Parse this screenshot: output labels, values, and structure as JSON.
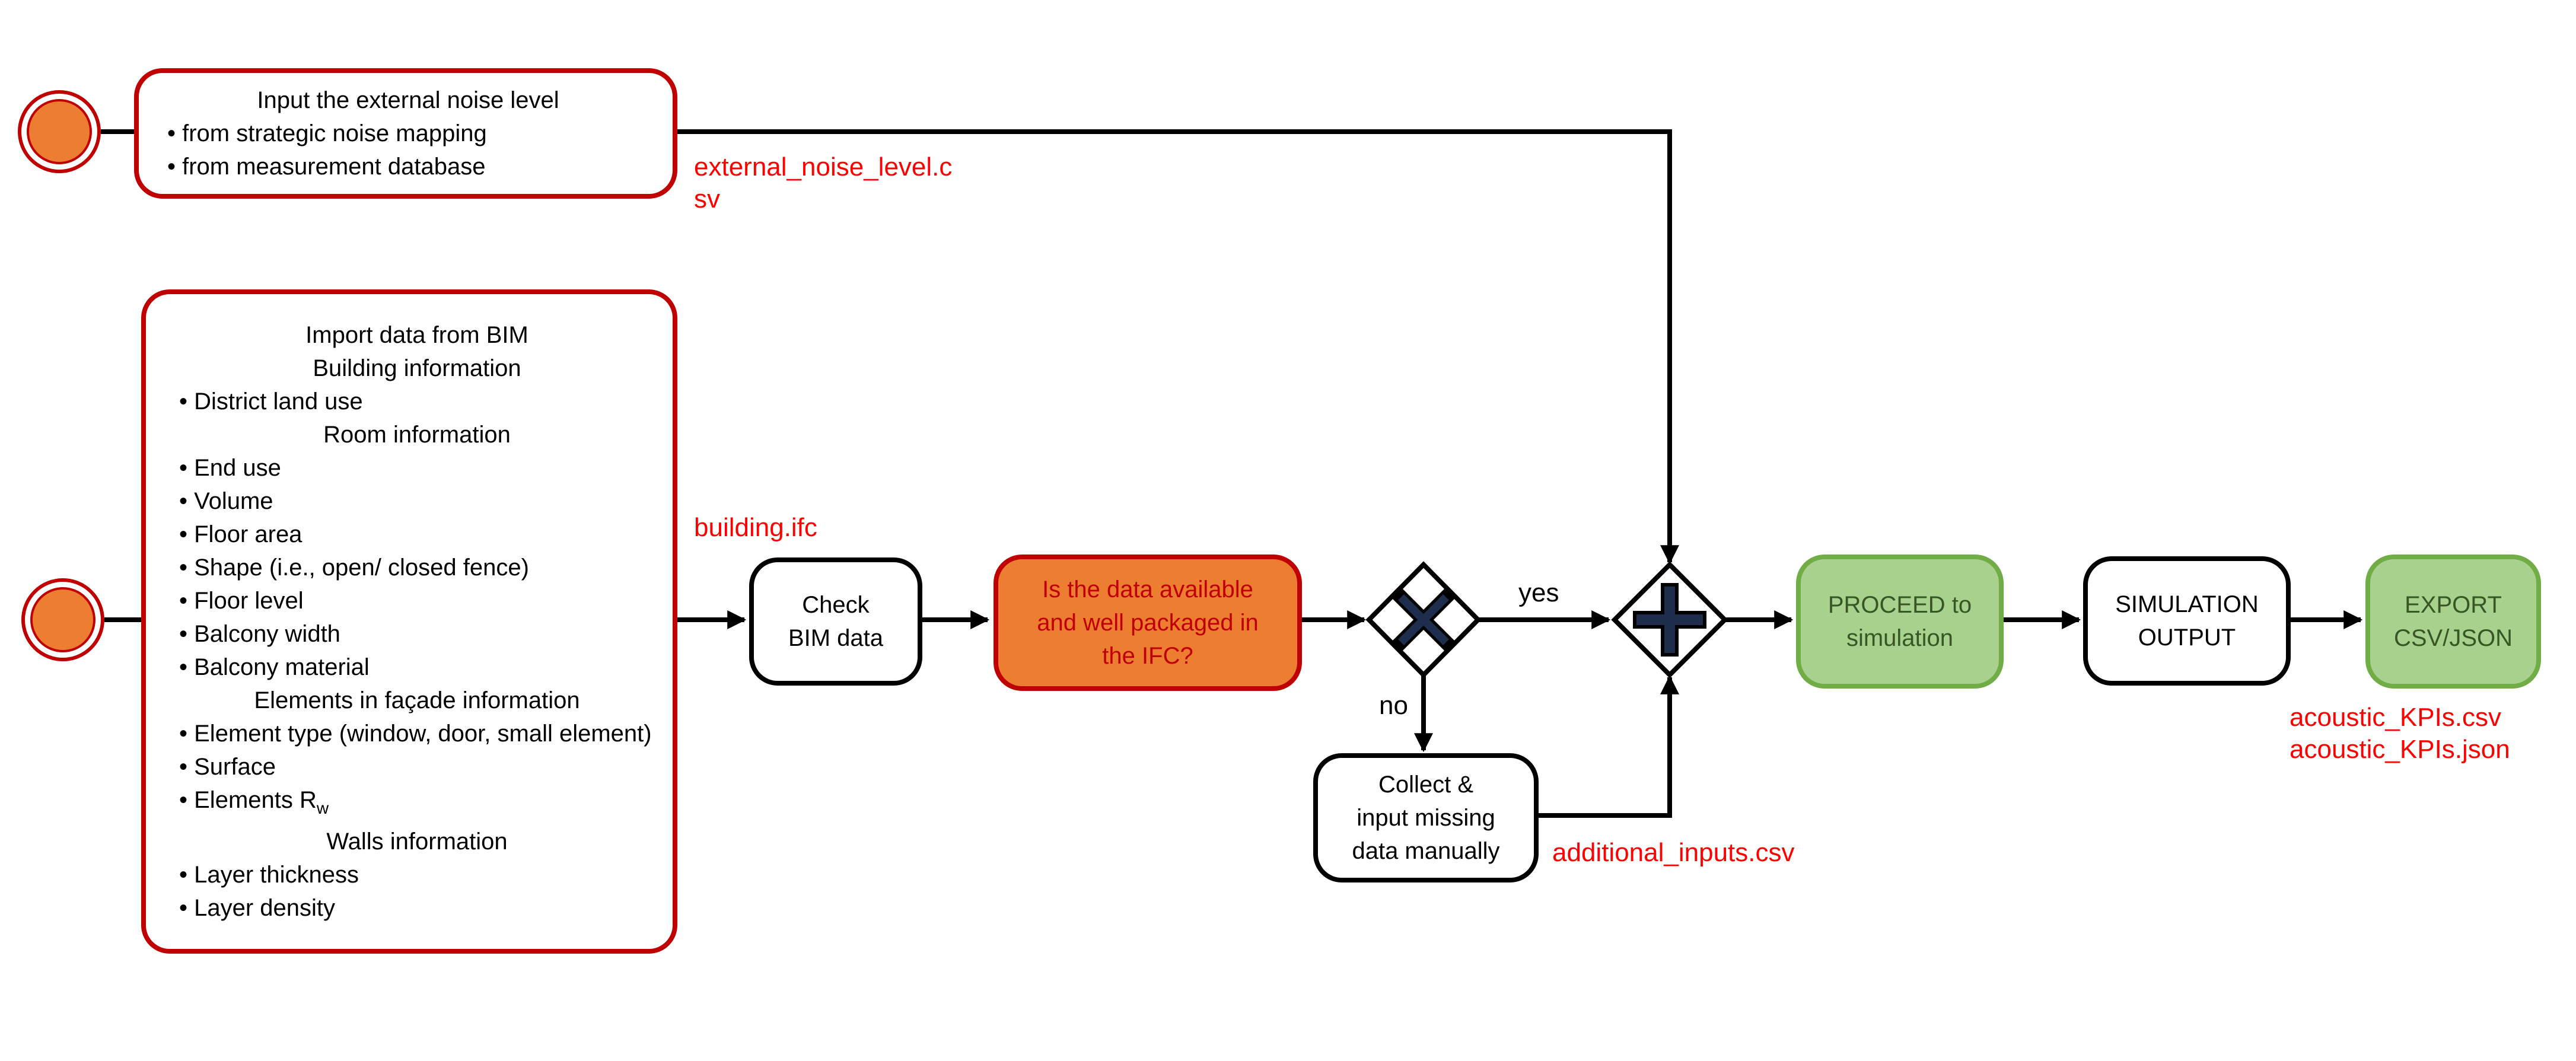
{
  "noise_box": {
    "title": "Input the external noise level",
    "items": [
      "from strategic noise mapping",
      "from measurement database"
    ]
  },
  "bim_box": {
    "lines": [
      {
        "type": "center",
        "text": "Import data from BIM"
      },
      {
        "type": "center",
        "text": "Building information"
      },
      {
        "type": "item",
        "text": "District land use"
      },
      {
        "type": "center",
        "text": "Room information"
      },
      {
        "type": "item",
        "text": "End use"
      },
      {
        "type": "item",
        "text": "Volume"
      },
      {
        "type": "item",
        "text": "Floor area"
      },
      {
        "type": "item",
        "text": "Shape (i.e., open/ closed fence)"
      },
      {
        "type": "item",
        "text": "Floor level"
      },
      {
        "type": "item",
        "text": "Balcony width"
      },
      {
        "type": "item",
        "text": "Balcony material"
      },
      {
        "type": "center",
        "text": "Elements in façade information"
      },
      {
        "type": "item",
        "text": "Element type (window, door, small element)"
      },
      {
        "type": "item",
        "text": "Surface"
      },
      {
        "type": "item",
        "text": "Elements R",
        "sub": "w"
      },
      {
        "type": "center",
        "text": "Walls information"
      },
      {
        "type": "item",
        "text": "Layer thickness"
      },
      {
        "type": "item",
        "text": "Layer density"
      }
    ]
  },
  "check_box": {
    "line1": "Check",
    "line2": "BIM data"
  },
  "question_box": {
    "line1": "Is the data available",
    "line2": "and well packaged  in",
    "line3": "the IFC?"
  },
  "collect_box": {
    "line1": "Collect &",
    "line2": "input missing",
    "line3": "data manually"
  },
  "proceed_box": {
    "line1": "PROCEED to",
    "line2": "simulation"
  },
  "output_box": {
    "line1": "SIMULATION",
    "line2": "OUTPUT"
  },
  "export_box": {
    "line1": "EXPORT",
    "line2": "CSV/JSON"
  },
  "edge_labels": {
    "yes": "yes",
    "no": "no"
  },
  "file_labels": {
    "external_noise_line1": "external_noise_level.c",
    "external_noise_line2": "sv",
    "building": "building.ifc",
    "additional": "additional_inputs.csv",
    "kpis_csv": "acoustic_KPIs.csv",
    "kpis_json": "acoustic_KPIs.json"
  },
  "colors": {
    "event_fill": "#ed7d31",
    "event_border": "#c00000",
    "question_fill": "#ed7d31",
    "green_fill": "#a9d18e",
    "green_border": "#70ad47",
    "file_label": "#ff0000",
    "gateway_icon": "#1f2d4d"
  },
  "gateways": {
    "exclusive": "x-icon",
    "parallel": "plus-icon"
  }
}
